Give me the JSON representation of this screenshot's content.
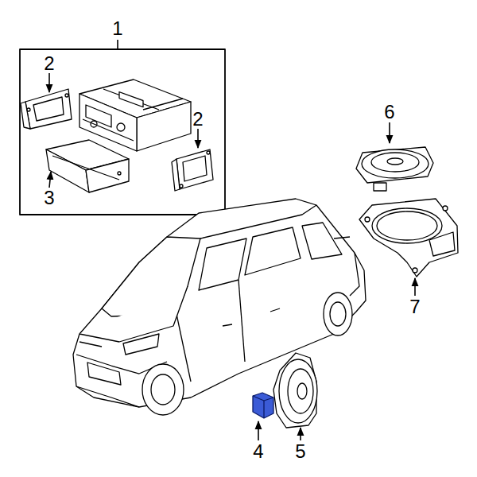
{
  "diagram": {
    "labels": [
      "1",
      "2",
      "2",
      "3",
      "6",
      "7",
      "4",
      "5"
    ]
  }
}
